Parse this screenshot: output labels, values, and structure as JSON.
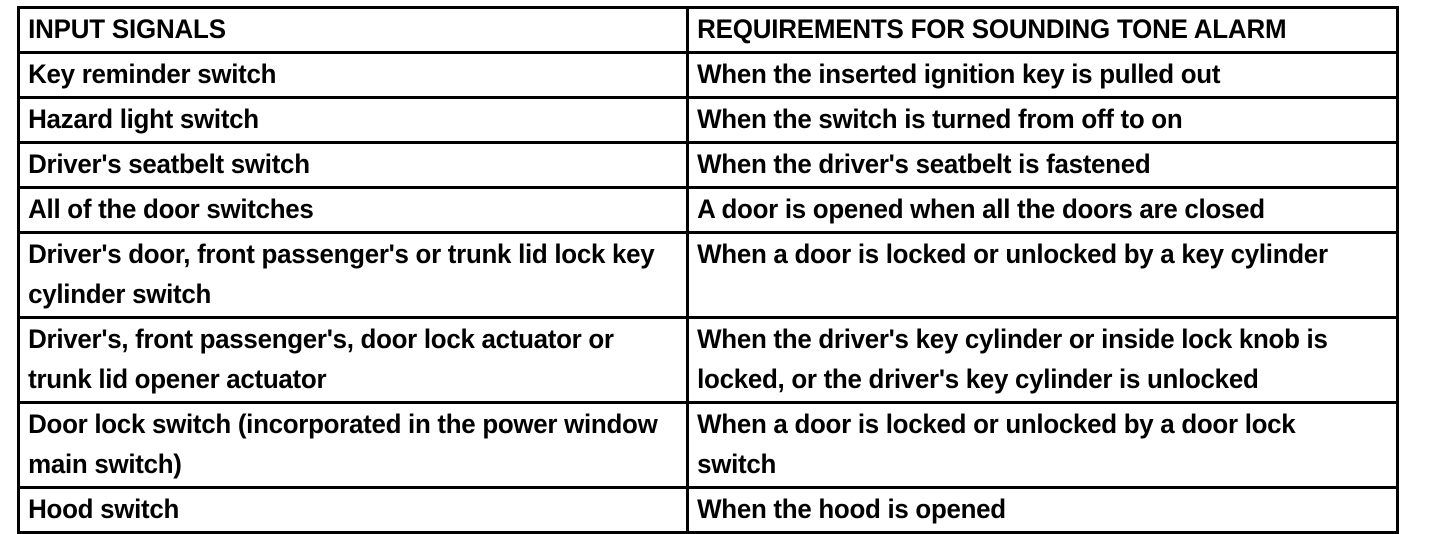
{
  "document": {
    "type": "specification-table",
    "background_color": "#ffffff",
    "text_color": "#000000",
    "border_color": "#000000"
  },
  "table": {
    "headers": [
      "INPUT SIGNALS",
      "REQUIREMENTS FOR SOUNDING TONE ALARM"
    ],
    "rows": [
      {
        "input_signal": "Key reminder switch",
        "requirement": "When the inserted ignition key is pulled out",
        "lines": 1
      },
      {
        "input_signal": "Hazard light switch",
        "requirement": "When the switch is turned from off to on",
        "lines": 1
      },
      {
        "input_signal": "Driver's seatbelt switch",
        "requirement": "When the driver's seatbelt is fastened",
        "lines": 1
      },
      {
        "input_signal": "All of the door switches",
        "requirement": "A door is opened when all the doors are closed",
        "lines": 1
      },
      {
        "input_signal": "Driver's door, front passenger's or trunk lid lock key\ncylinder switch",
        "requirement": "When a door is locked or unlocked by a key cylinder",
        "lines": 2
      },
      {
        "input_signal": "Driver's, front passenger's, door lock actuator or\ntrunk lid opener actuator",
        "requirement": "When the driver's key cylinder or inside lock knob is\nlocked, or the driver's key cylinder is unlocked",
        "lines": 2
      },
      {
        "input_signal": "Door lock switch (incorporated in the power window\nmain switch)",
        "requirement": "When a door is locked or unlocked by a door lock\nswitch",
        "lines": 2
      },
      {
        "input_signal": "Hood switch",
        "requirement": "When the hood is opened",
        "lines": 1
      }
    ]
  }
}
